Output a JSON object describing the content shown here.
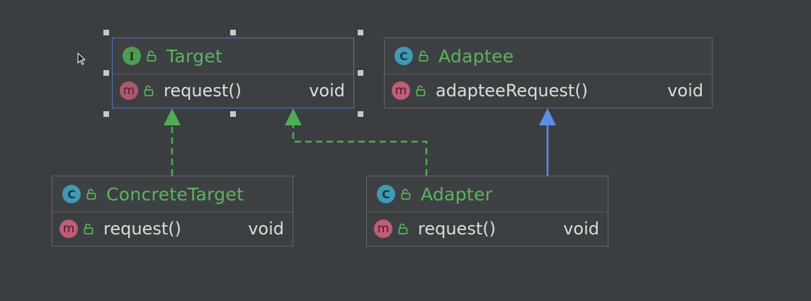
{
  "diagram": {
    "nodes": {
      "target": {
        "kind_badge": "I",
        "name": "Target",
        "member_badge": "m",
        "member": "request()",
        "return_type": "void",
        "selected": true
      },
      "adaptee": {
        "kind_badge": "C",
        "name": "Adaptee",
        "member_badge": "m",
        "member": "adapteeRequest()",
        "return_type": "void"
      },
      "concrete_target": {
        "kind_badge": "C",
        "name": "ConcreteTarget",
        "member_badge": "m",
        "member": "request()",
        "return_type": "void"
      },
      "adapter": {
        "kind_badge": "C",
        "name": "Adapter",
        "member_badge": "m",
        "member": "request()",
        "return_type": "void"
      }
    },
    "relations": [
      {
        "from": "ConcreteTarget",
        "to": "Target",
        "type": "implements",
        "style": "dashed",
        "color": "#4caf50"
      },
      {
        "from": "Adapter",
        "to": "Target",
        "type": "implements",
        "style": "dashed",
        "color": "#4caf50"
      },
      {
        "from": "Adapter",
        "to": "Adaptee",
        "type": "extends",
        "style": "solid",
        "color": "#5b8ee6"
      }
    ],
    "colors": {
      "background": "#3b3e41",
      "node_border": "#62666a",
      "selection_border": "#4a78c2",
      "title_text": "#5ab55a",
      "member_text": "#dcdcdc",
      "interface_badge": "#4f9d4f",
      "class_badge": "#3d9bb5",
      "method_badge": "#c25d77"
    }
  }
}
